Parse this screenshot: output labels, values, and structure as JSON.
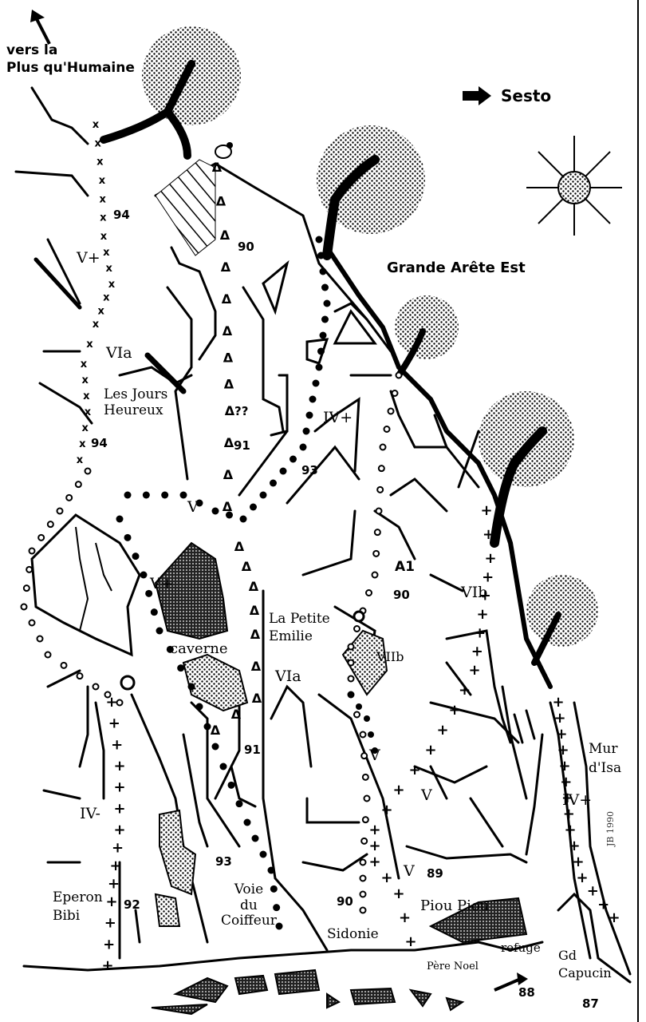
{
  "header": {
    "north_direction": "vers la\nPlus qu'Humaine",
    "east_direction": "Sesto"
  },
  "features": {
    "ridge": "Grande Arête Est",
    "cave": "caverne",
    "wall": "Mur\nd'Isa",
    "refuge": "refuge",
    "peak": "Gd\nCapucin",
    "gully": "Père Noel",
    "spur": "Eperon\nBibi"
  },
  "routes": {
    "jours_heureux": "Les Jours\nHeureux",
    "petite_emilie": "La Petite\nEmilie",
    "coiffeur": "Voie\ndu\nCoiffeur",
    "piou_piou": "Piou Piou",
    "sidonie": "Sidonie"
  },
  "grades": {
    "g1": "V+",
    "g2": "VIa",
    "g3": "IV+",
    "g4": "V",
    "g5": "V+",
    "g6": "A1",
    "g7": "VIb",
    "g8": "VIIb",
    "g9": "VIa",
    "g10": "V",
    "g11": "V",
    "g12": "IV+",
    "g13": "IV-",
    "g14": "V"
  },
  "years": {
    "y1": "94",
    "y2": "90",
    "y3": "??",
    "y4": "91",
    "y5": "94",
    "y6": "93",
    "y7": "90",
    "y8": "91",
    "y9": "93",
    "y10": "89",
    "y11": "90",
    "y12": "92",
    "y13": "88",
    "y14": "87"
  },
  "signature": "JB 1990",
  "symbols": {
    "compass": "compass-rose-icon",
    "arrow_north": "arrow-northwest-icon",
    "arrow_east": "arrow-east-icon",
    "marker_x": "x",
    "marker_triangle": "Δ",
    "marker_plus": "+"
  }
}
